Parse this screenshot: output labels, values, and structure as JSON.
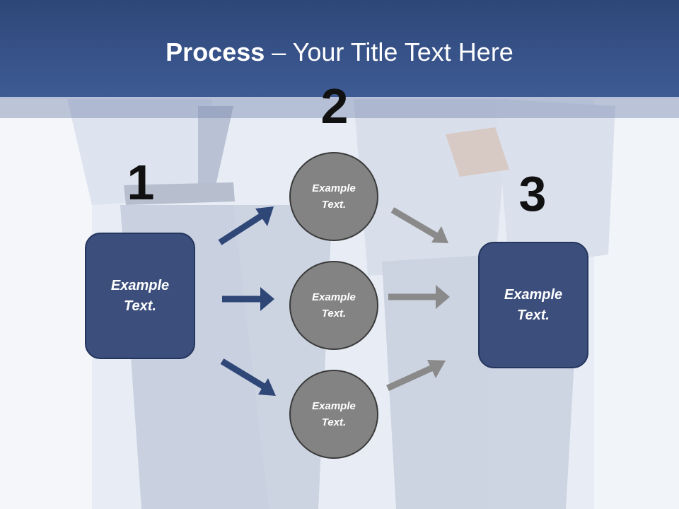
{
  "title": {
    "bold": "Process",
    "rest": " – Your Title Text Here"
  },
  "steps": {
    "one": "1",
    "two": "2",
    "three": "3"
  },
  "left_box": {
    "line1": "Example",
    "line2": "Text."
  },
  "right_box": {
    "line1": "Example",
    "line2": "Text."
  },
  "circles": [
    {
      "line1": "Example",
      "line2": "Text."
    },
    {
      "line1": "Example",
      "line2": "Text."
    },
    {
      "line1": "Example",
      "line2": "Text."
    }
  ],
  "colors": {
    "header": "#3e5b95",
    "box": "#3b4e7c",
    "circle": "#838383",
    "blue_arrow": "#2f4777",
    "gray_arrow": "#8a8a8a"
  }
}
